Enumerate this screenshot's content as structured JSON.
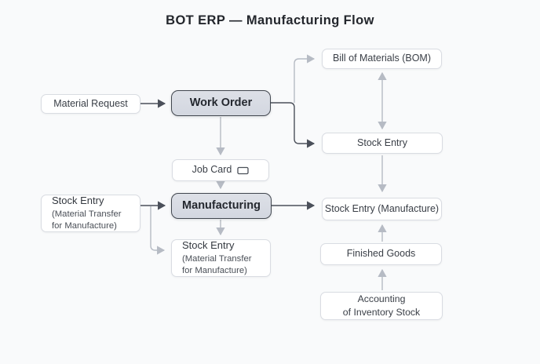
{
  "title": "BOT ERP — Manufacturing Flow",
  "colors": {
    "background": "#f9fafb",
    "node_fill": "#ffffff",
    "node_border": "#d9dce2",
    "highlight_fill": "#d7dae2",
    "highlight_border": "#42474f",
    "arrow_light": "#b6bbc4",
    "arrow_dark": "#4b505a",
    "text": "#3a3f47"
  },
  "nodes": {
    "material_request": {
      "label": "Material Request"
    },
    "work_order": {
      "label": "Work Order"
    },
    "bill_of_materials": {
      "label": "Bill of Materials (BOM)"
    },
    "stock_entry": {
      "label": "Stock Entry"
    },
    "job_card": {
      "label": "Job Card",
      "icon": "card-icon"
    },
    "manufacturing": {
      "label": "Manufacturing"
    },
    "stock_entry_transfer_left": {
      "label": "Stock Entry",
      "sub1": "(Material Transfer",
      "sub2": "for Manufacture)"
    },
    "stock_entry_manufacture": {
      "label": "Stock Entry (Manufacture)"
    },
    "stock_entry_transfer_mid": {
      "label": "Stock Entry",
      "sub1": "(Material Transfer",
      "sub2": "for Manufacture)"
    },
    "finished_goods": {
      "label": "Finished Goods"
    },
    "accounting_inventory": {
      "line1": "Accounting",
      "line2": "of Inventory Stock"
    }
  },
  "edges": [
    {
      "from": "Material Request",
      "to": "Work Order",
      "style": "dark"
    },
    {
      "from": "Work Order",
      "to": "Bill of Materials (BOM)",
      "style": "light"
    },
    {
      "from": "Work Order",
      "to": "Stock Entry",
      "style": "dark"
    },
    {
      "from": "Bill of Materials (BOM)",
      "to": "Stock Entry",
      "style": "light-double-headed"
    },
    {
      "from": "Stock Entry",
      "to": "Stock Entry (Manufacture)",
      "style": "light"
    },
    {
      "from": "Work Order",
      "to": "Job Card",
      "style": "light"
    },
    {
      "from": "Job Card",
      "to": "Manufacturing",
      "style": "light"
    },
    {
      "from": "Stock Entry (Material Transfer for Manufacture)",
      "to": "Manufacturing",
      "style": "dark"
    },
    {
      "from": "Stock Entry (Material Transfer for Manufacture)",
      "to": "Stock Entry (Material Transfer for Manufacture) middle",
      "style": "light"
    },
    {
      "from": "Manufacturing",
      "to": "Stock Entry (Material Transfer for Manufacture) middle",
      "style": "light"
    },
    {
      "from": "Manufacturing",
      "to": "Stock Entry (Manufacture)",
      "style": "dark"
    },
    {
      "from": "Finished Goods",
      "to": "Stock Entry (Manufacture)",
      "style": "light"
    },
    {
      "from": "Accounting of Inventory Stock",
      "to": "Finished Goods",
      "style": "light"
    }
  ]
}
